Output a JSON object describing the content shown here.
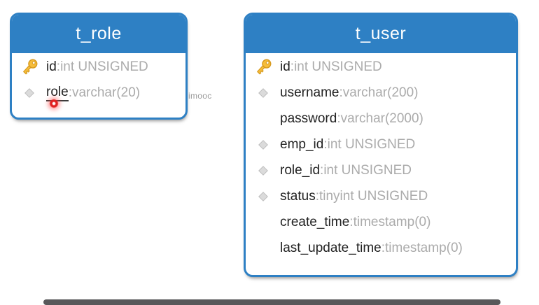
{
  "sep": ": ",
  "colors": {
    "header_bg": "#2E80C4",
    "card_border": "#2E80C4",
    "field_name": "#222222",
    "field_type": "#ABABAB",
    "key_icon_gold": "#F6BD3A",
    "diamond_gray": "#DBDBDB",
    "pointer_red": "#E02020",
    "seekbar_gray": "#58585A",
    "watermark_gray": "#9B9B9B"
  },
  "watermark": {
    "text": "imooc"
  },
  "tables": [
    {
      "title": "t_role",
      "fields": [
        {
          "name": "id",
          "type": "int UNSIGNED",
          "icon": "key"
        },
        {
          "name": "role",
          "type": "varchar(20)",
          "icon": "diamond",
          "underline": true
        }
      ]
    },
    {
      "title": "t_user",
      "fields": [
        {
          "name": "id",
          "type": "int UNSIGNED",
          "icon": "key"
        },
        {
          "name": "username",
          "type": "varchar(200)",
          "icon": "diamond"
        },
        {
          "name": "password",
          "type": "varchar(2000)",
          "icon": "none"
        },
        {
          "name": "emp_id",
          "type": "int UNSIGNED",
          "icon": "diamond"
        },
        {
          "name": "role_id",
          "type": "int UNSIGNED",
          "icon": "diamond"
        },
        {
          "name": "status",
          "type": "tinyint UNSIGNED",
          "icon": "diamond"
        },
        {
          "name": "create_time",
          "type": "timestamp(0)",
          "icon": "none"
        },
        {
          "name": "last_update_time",
          "type": "timestamp(0)",
          "icon": "none"
        }
      ]
    }
  ]
}
